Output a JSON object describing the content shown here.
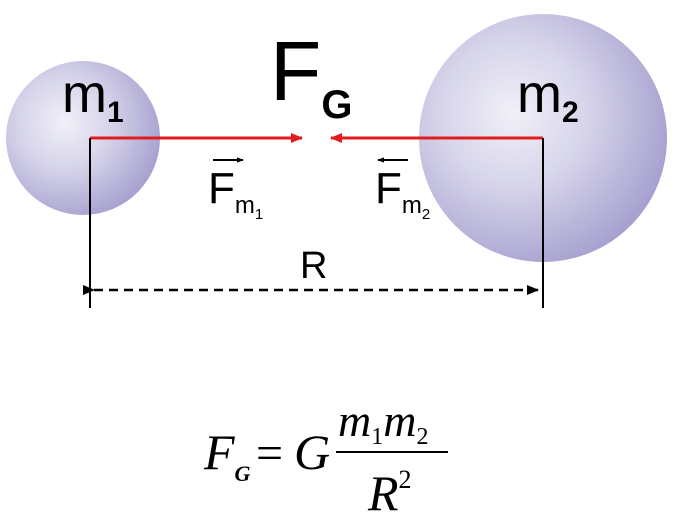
{
  "masses": {
    "left": {
      "label": "m",
      "subscript": "1"
    },
    "right": {
      "label": "m",
      "subscript": "2"
    }
  },
  "force_label": {
    "main": "F",
    "subscript": "G"
  },
  "force_vectors": {
    "left": {
      "main": "F",
      "sub": "m",
      "subsub": "1"
    },
    "right": {
      "main": "F",
      "sub": "m",
      "subsub": "2"
    }
  },
  "distance_label": "R",
  "formula": {
    "lhs": "F",
    "lhs_sub": "G",
    "equals": "=",
    "constant": "G",
    "numerator_m1": "m",
    "numerator_m1_sub": "1",
    "numerator_m2": "m",
    "numerator_m2_sub": "2",
    "denominator": "R",
    "denominator_exp": "2"
  },
  "colors": {
    "sphere_light": "#eeeef7",
    "sphere_dark": "#9892c8",
    "force_arrow": "#e21c1c",
    "lines": "#000000"
  }
}
